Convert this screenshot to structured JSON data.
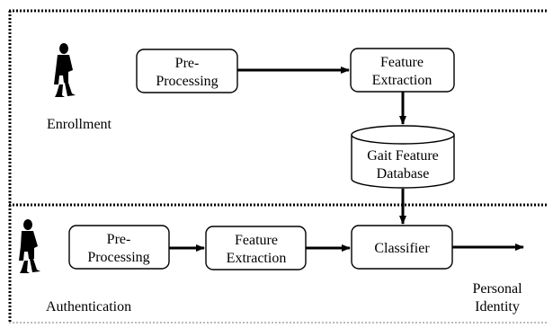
{
  "enrollment": {
    "label": "Enrollment",
    "preprocessing": [
      "Pre-",
      "Processing"
    ],
    "feature_extraction": [
      "Feature",
      "Extraction"
    ],
    "database": [
      "Gait Feature",
      "Database"
    ]
  },
  "authentication": {
    "label": "Authentication",
    "preprocessing": [
      "Pre-",
      "Processing"
    ],
    "feature_extraction": [
      "Feature",
      "Extraction"
    ],
    "classifier": "Classifier",
    "output": [
      "Personal",
      "Identity"
    ]
  }
}
